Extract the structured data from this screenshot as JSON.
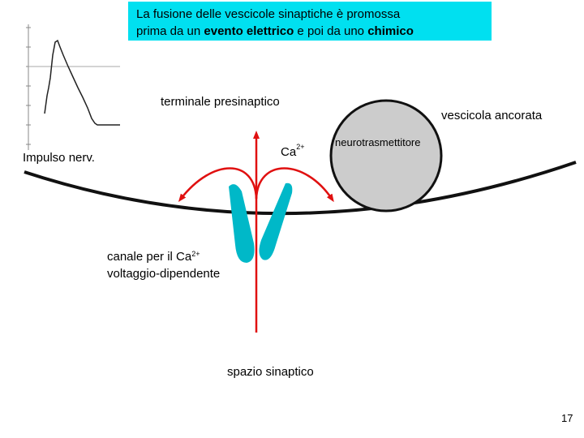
{
  "title": {
    "line1": "La fusione delle vescicole sinaptiche è promossa",
    "line2_pre": "prima da un ",
    "line2_bold1": "evento elettrico",
    "line2_mid": " e poi da uno ",
    "line2_bold2": "chimico"
  },
  "labels": {
    "presynaptic_terminal": "terminale presinaptico",
    "docked_vesicle": "vescicola ancorata",
    "neurotransmitter": "neurotrasmettitore",
    "nerve_impulse": "Impulso nerv.",
    "calcium_base": "Ca",
    "calcium_charge": "2+",
    "channel_line1_base": "canale per il Ca",
    "channel_line1_charge": "2+",
    "channel_line2": "voltaggio-dipendente",
    "synaptic_space": "spazio sinaptico"
  },
  "page_number": "17",
  "colors": {
    "title_bg": "#00e0f0",
    "channel": "#00b8c8",
    "arrow": "#e01010",
    "vesicle": "#cccccc",
    "membrane": "#111111"
  }
}
